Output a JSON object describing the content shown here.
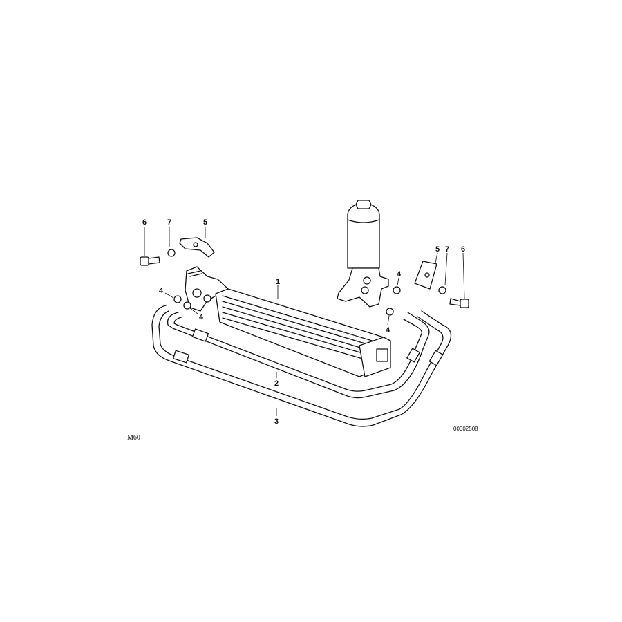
{
  "diagram": {
    "model_label": "M60",
    "drawing_number": "00002508",
    "callouts": {
      "oil_cooler": "1",
      "hose_2": "2",
      "hose_3": "3",
      "seal_left_upper": "4",
      "seal_left_lower": "4",
      "seal_right_upper": "4",
      "seal_right_lower": "4",
      "bracket_left": "5",
      "bracket_right": "5",
      "bolt_left": "6",
      "bolt_right": "6",
      "washer_left": "7",
      "washer_right": "7"
    }
  }
}
